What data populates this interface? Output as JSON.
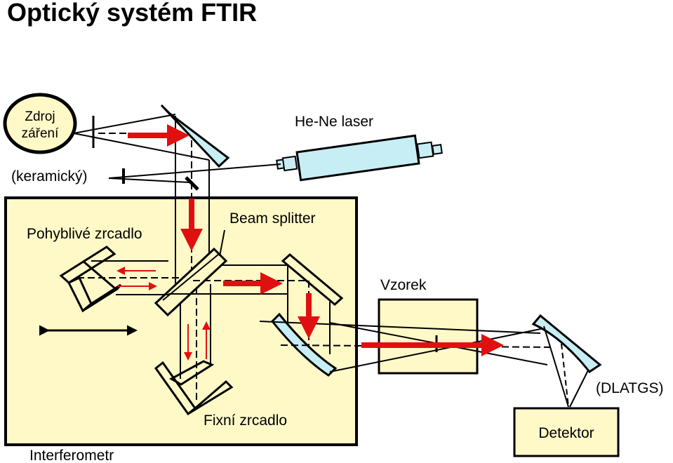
{
  "title": "Optický systém FTIR",
  "labels": {
    "source_line1": "Zdroj",
    "source_line2": "záření",
    "source_type": "(keramický)",
    "laser": "He-Ne laser",
    "moving_mirror": "Pohyblivé zrcadlo",
    "beam_splitter": "Beam splitter",
    "sample": "Vzorek",
    "detector_type": "(DLATGS)",
    "fixed_mirror": "Fixní zrcadlo",
    "detector": "Detektor",
    "interferometer": "Interferometr"
  },
  "colors": {
    "box_fill": "#fff9c8",
    "mirror_fill": "#c8eef5",
    "laser_fill": "#c8eef5",
    "arrow_red": "#e01010",
    "outline": "#000000"
  }
}
